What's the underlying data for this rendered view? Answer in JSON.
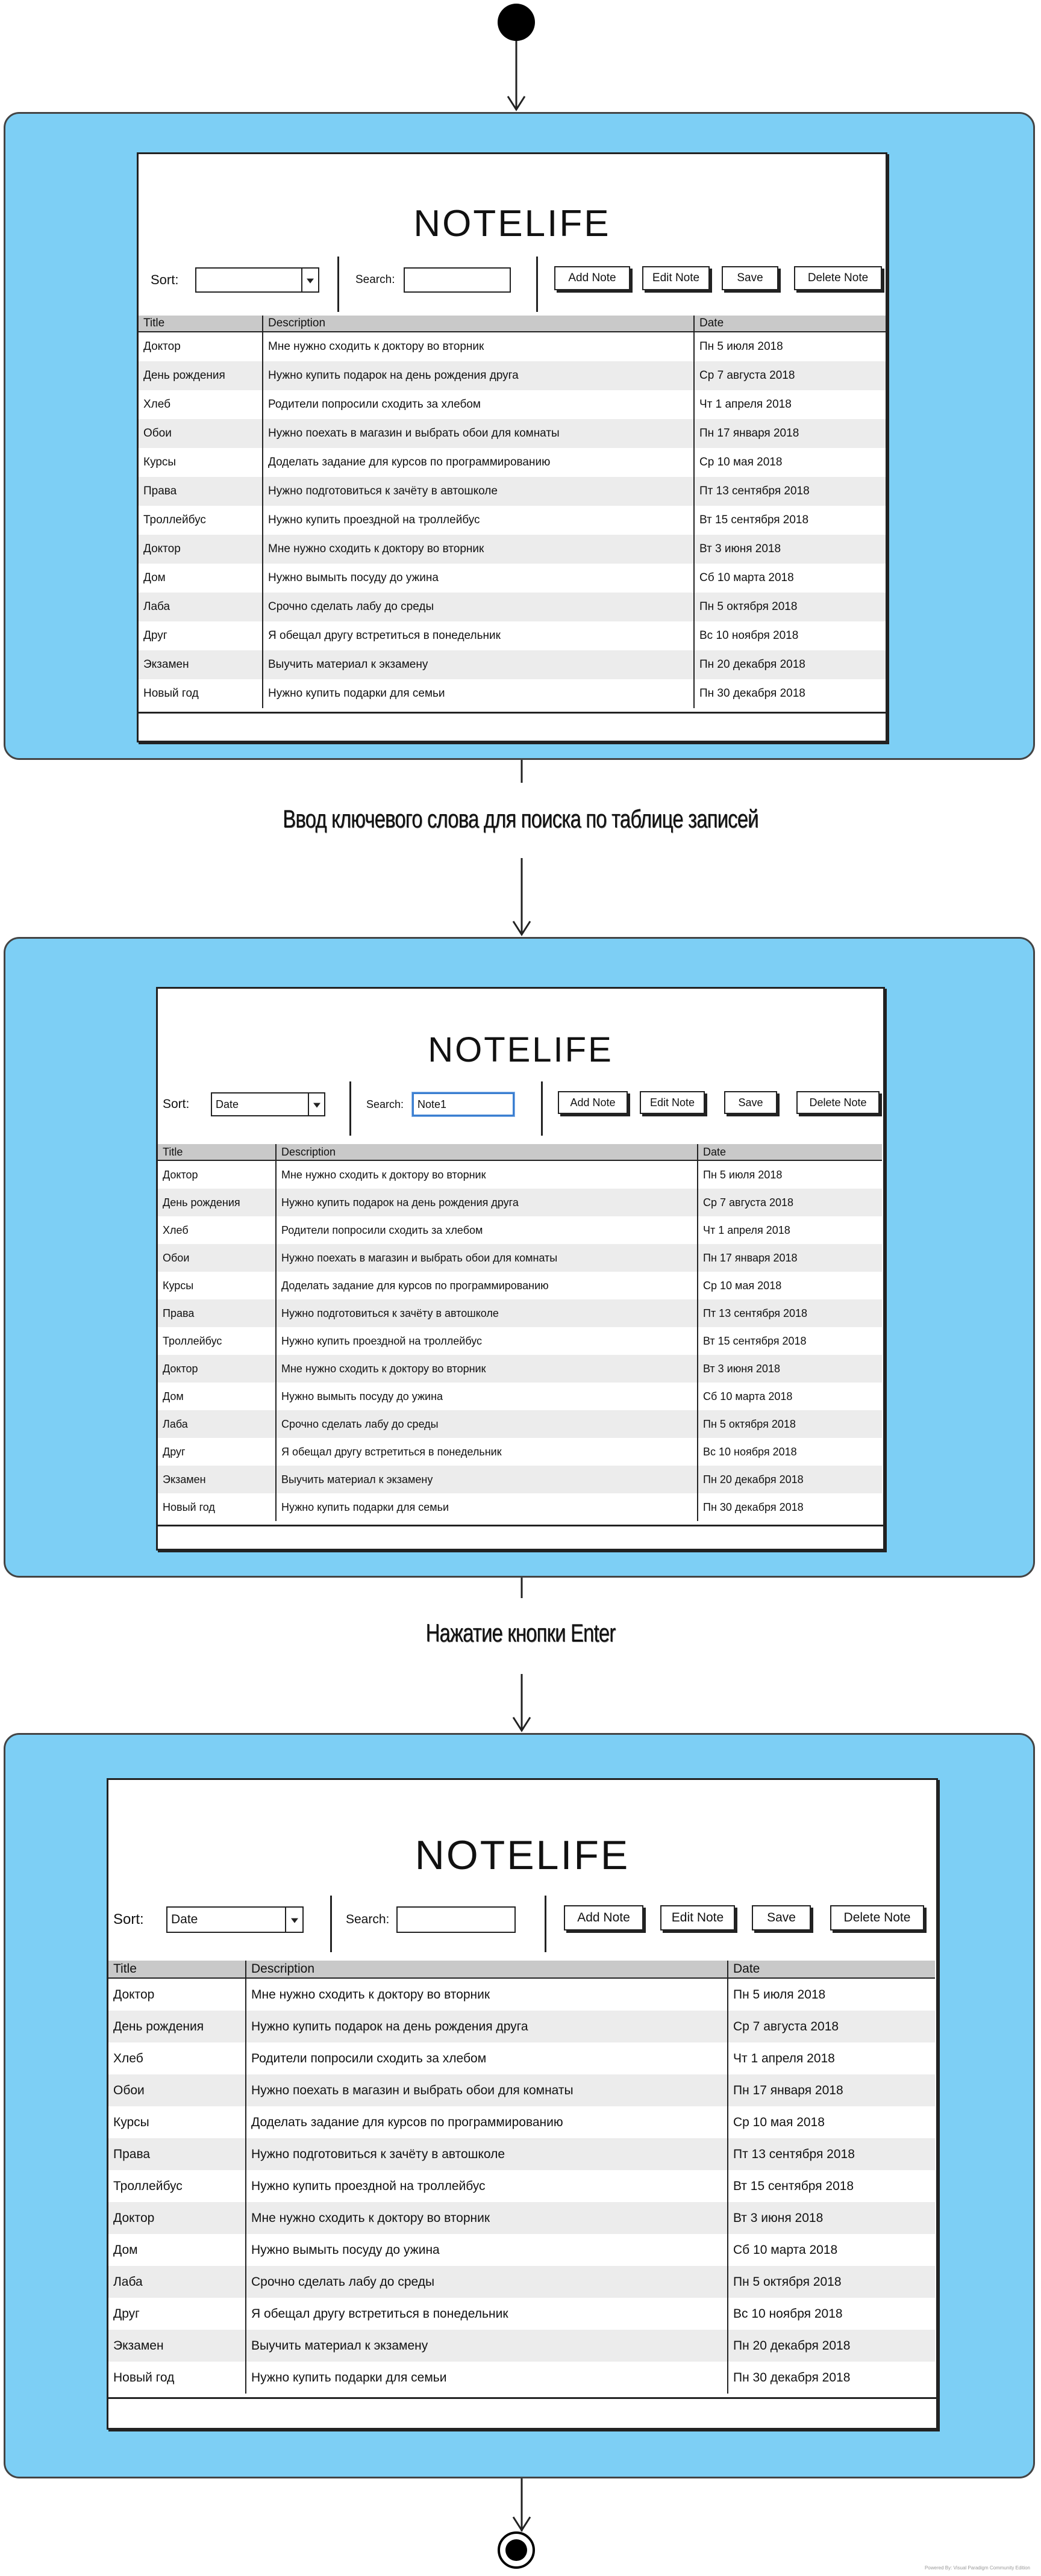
{
  "app": {
    "title": "NOTELIFE",
    "sort_label": "Sort:",
    "search_label": "Search:",
    "buttons": {
      "add": "Add Note",
      "edit": "Edit Note",
      "save": "Save",
      "delete": "Delete Note"
    }
  },
  "table": {
    "columns": [
      "Title",
      "Description",
      "Date"
    ],
    "rows": [
      {
        "title": "Доктор",
        "description": "Мне нужно сходить к доктору во вторник",
        "date": "Пн 5 июля 2018"
      },
      {
        "title": "День рождения",
        "description": "Нужно купить подарок на день рождения друга",
        "date": "Ср 7 августа 2018"
      },
      {
        "title": "Хлеб",
        "description": "Родители попросили сходить за хлебом",
        "date": "Чт 1 апреля 2018"
      },
      {
        "title": "Обои",
        "description": "Нужно поехать в магазин и выбрать обои для комнаты",
        "date": "Пн 17 января 2018"
      },
      {
        "title": "Курсы",
        "description": "Доделать задание для курсов по программированию",
        "date": "Ср 10 мая 2018"
      },
      {
        "title": "Права",
        "description": "Нужно подготовиться к зачёту в автошколе",
        "date": "Пт 13 сентября 2018"
      },
      {
        "title": "Троллейбус",
        "description": "Нужно купить проездной на троллейбус",
        "date": "Вт 15 сентября 2018"
      },
      {
        "title": "Доктор",
        "description": "Мне нужно сходить к доктору во вторник",
        "date": "Вт 3 июня 2018"
      },
      {
        "title": "Дом",
        "description": "Нужно вымыть посуду до ужина",
        "date": "Сб 10 марта 2018"
      },
      {
        "title": "Лаба",
        "description": "Срочно сделать лабу до среды",
        "date": "Пн 5 октября 2018"
      },
      {
        "title": "Друг",
        "description": "Я обещал другу встретиться в понедельник",
        "date": "Вс 10 ноября 2018"
      },
      {
        "title": "Экзамен",
        "description": "Выучить материал к экзамену",
        "date": "Пн 20 декабря 2018"
      },
      {
        "title": "Новый год",
        "description": "Нужно купить подарки для семьи",
        "date": "Пн 30 декабря 2018"
      }
    ]
  },
  "states": [
    {
      "sort_value": "",
      "search_value": "",
      "search_focused": false
    },
    {
      "sort_value": "Date",
      "search_value": "Note1",
      "search_focused": true
    },
    {
      "sort_value": "Date",
      "search_value": "",
      "search_focused": false
    }
  ],
  "transitions": [
    "Ввод ключевого слова для поиска по таблице записей",
    "Нажатие кнопки Enter"
  ],
  "credit": "Powered By: Visual Paradigm Community Edition",
  "colors": {
    "state_fill": "#7dcff5",
    "focus": "#3b7fd1",
    "header_fill": "#c9c9c9",
    "row_alt": "#ececec"
  }
}
